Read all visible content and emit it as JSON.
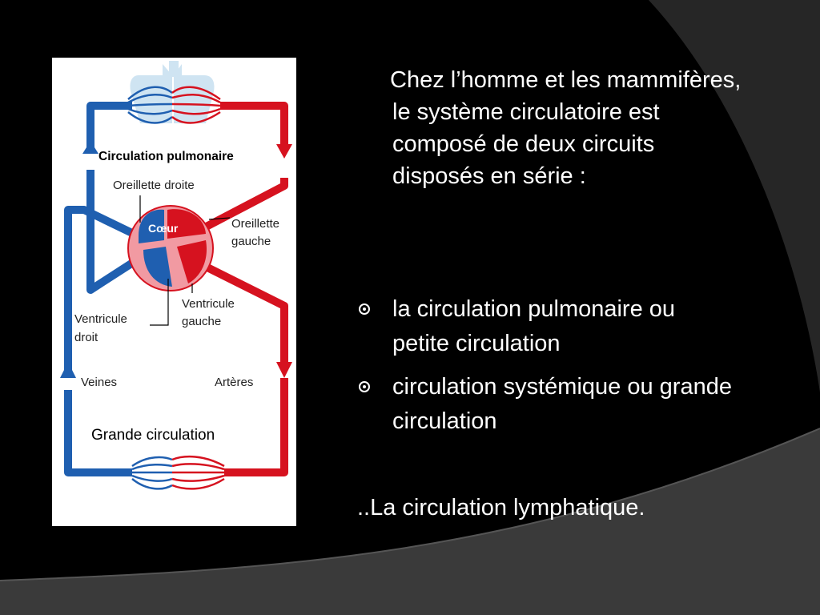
{
  "slide": {
    "background_color": "#000000",
    "swoosh_color": "#2a2a2a",
    "swoosh_color_2": "#3c3c3c"
  },
  "figure": {
    "title": "Circulation pulmonaire",
    "heart_label": "Cœur",
    "label_oreillette_droite": "Oreillette droite",
    "label_oreillette_gauche_1": "Oreillette",
    "label_oreillette_gauche_2": "gauche",
    "label_ventricule_droit_1": "Ventricule",
    "label_ventricule_droit_2": "droit",
    "label_ventricule_gauche_1": "Ventricule",
    "label_ventricule_gauche_2": "gauche",
    "label_veines": "Veines",
    "label_arteres": "Artères",
    "label_grande_circulation": "Grande circulation",
    "colors": {
      "oxygenated": "#d6121f",
      "deoxygenated": "#1f5fb0",
      "lung": "#cfe4f2",
      "heart_wall": "#f19aa2"
    }
  },
  "content": {
    "intro": "Chez l’homme et les mammifères, le système circulatoire est composé de deux circuits disposés en série :",
    "bullets": [
      " la circulation pulmonaire ou petite circulation",
      "circulation systémique ou grande circulation"
    ],
    "closing": "..La circulation lymphatique."
  }
}
